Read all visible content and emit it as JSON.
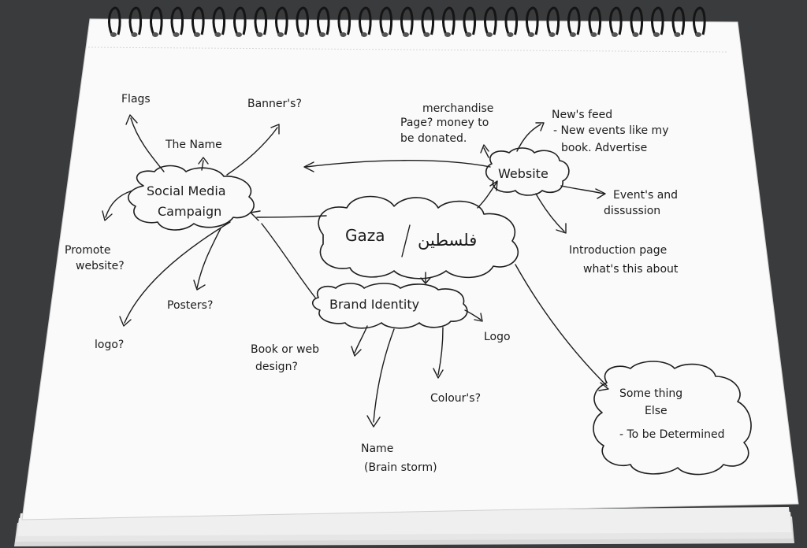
{
  "central": {
    "latin": "Gaza",
    "arabic": "فلسطين"
  },
  "nodes": {
    "social": {
      "line1": "Social Media",
      "line2": "Campaign"
    },
    "website": {
      "label": "Website"
    },
    "brand": {
      "label": "Brand Identity"
    },
    "something": {
      "line1": "Some thing",
      "line2": "Else",
      "line3": "- To be Determined"
    }
  },
  "social_branches": {
    "flags": "Flags",
    "banners": "Banner's?",
    "the_name": "The Name",
    "promote_1": "Promote",
    "promote_2": "website?",
    "posters": "Posters?",
    "logo": "logo?"
  },
  "website_branches": {
    "merch_1": "merchandise",
    "merch_2": "Page? money to",
    "merch_3": "be donated.",
    "news_1": "New's feed",
    "news_2": "- New events like my",
    "news_3": "book. Advertise",
    "events_1": "Event's and",
    "events_2": "dissussion",
    "intro_1": "Introduction page",
    "intro_2": "what's this about"
  },
  "brand_branches": {
    "book_1": "Book or web",
    "book_2": "design?",
    "logo": "Logo",
    "colours": "Colour's?",
    "name_1": "Name",
    "name_2": "(Brain storm)"
  },
  "colors": {
    "ink": "#1c1c1c",
    "paper": "#fafafa",
    "desk": "#3a3b3d",
    "wire": "#151515"
  }
}
